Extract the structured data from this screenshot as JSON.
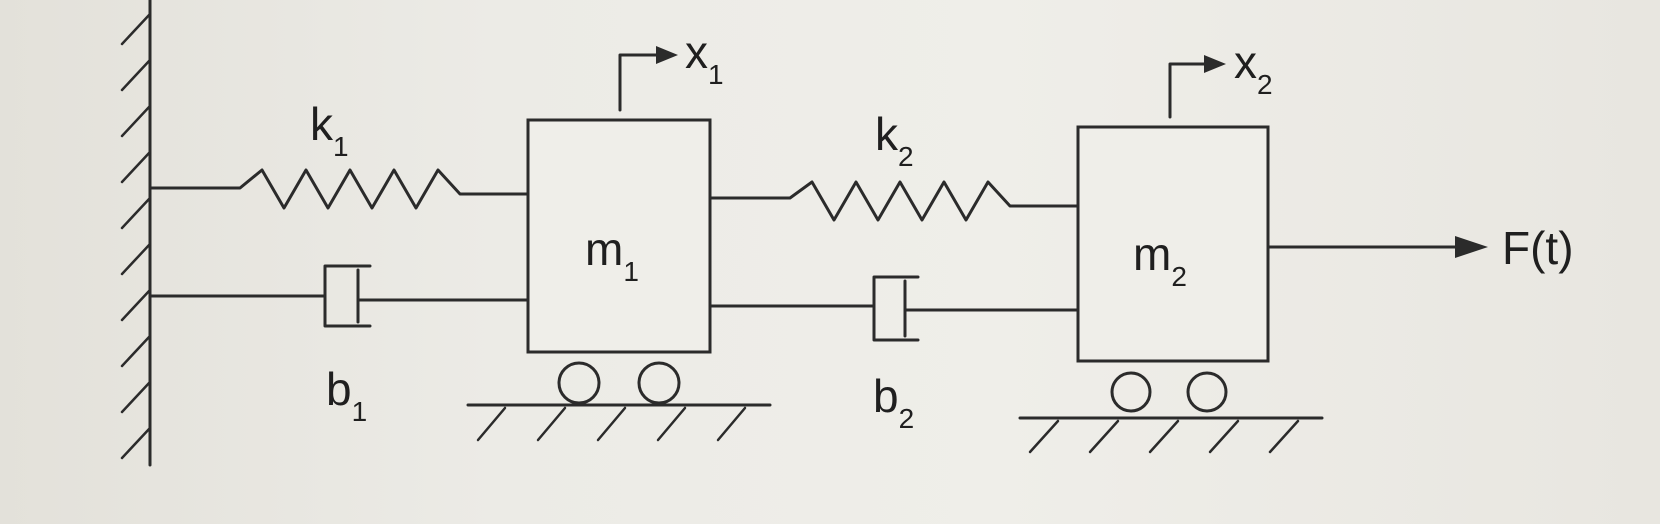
{
  "labels": {
    "k1": {
      "main": "k",
      "sub": "1"
    },
    "k2": {
      "main": "k",
      "sub": "2"
    },
    "b1": {
      "main": "b",
      "sub": "1"
    },
    "b2": {
      "main": "b",
      "sub": "2"
    },
    "m1": {
      "main": "m",
      "sub": "1"
    },
    "m2": {
      "main": "m",
      "sub": "2"
    },
    "x1": {
      "main": "x",
      "sub": "1"
    },
    "x2": {
      "main": "x",
      "sub": "2"
    },
    "force": "F(t)"
  }
}
